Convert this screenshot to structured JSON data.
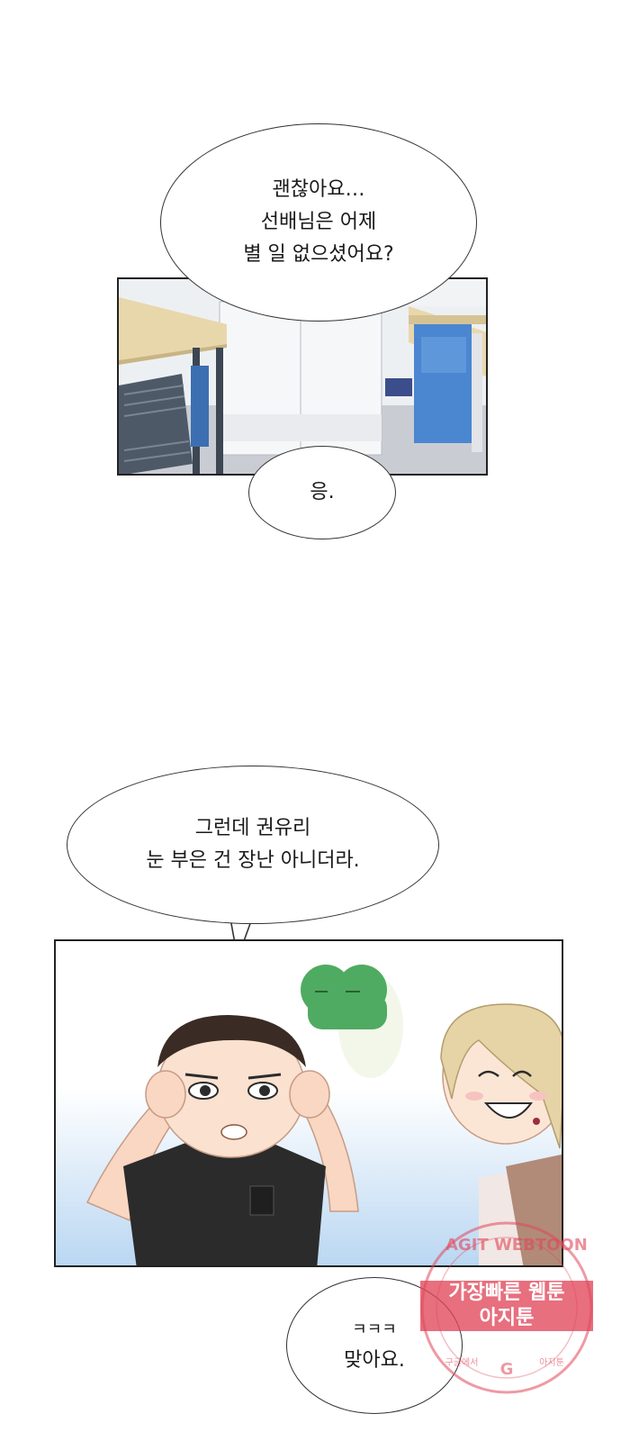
{
  "panels": {
    "office": {
      "scene": "office interior with desks, chairs, blue cabinet"
    },
    "characters": {
      "scene": "man pointing at his eyes, frog mascot, smiling blonde character"
    }
  },
  "speech": {
    "bubble1": {
      "lines": [
        "괜찮아요…",
        "선배님은 어제",
        "별 일 없으셨어요?"
      ]
    },
    "bubble2": {
      "lines": [
        "응."
      ]
    },
    "bubble3": {
      "lines": [
        "그런데 권유리",
        "눈 부은 건 장난 아니더라."
      ]
    },
    "bubble4": {
      "lines": [
        "ㅋㅋㅋ",
        "맞아요."
      ]
    }
  },
  "watermark": {
    "ring_text": "AGIT WEBTOON",
    "line1": "가장빠른 웹툰",
    "line2": "아지툰",
    "bottom_left": "구글에서",
    "bottom_right": "아지툰",
    "logo": "G",
    "color": "#e0475a"
  }
}
